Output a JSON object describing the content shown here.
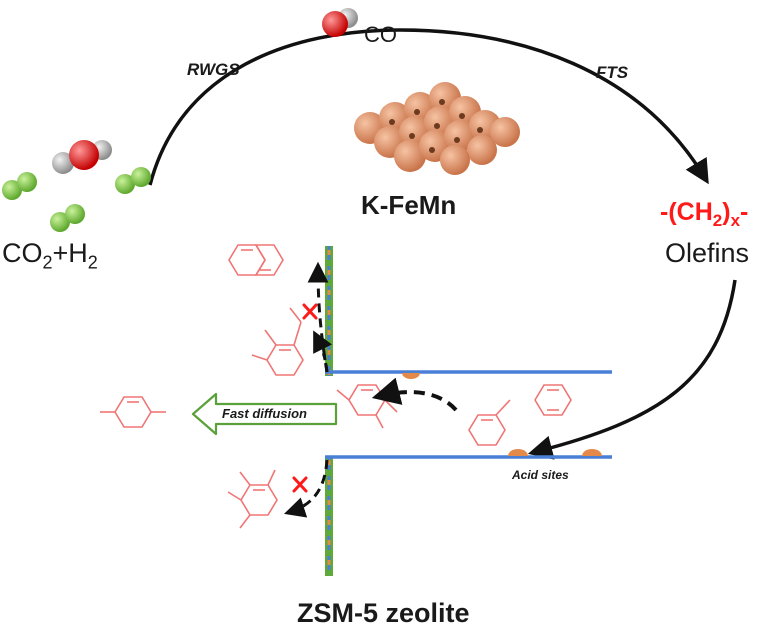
{
  "labels": {
    "co": "CO",
    "rwgs": "RWGS",
    "fts": "FTS",
    "catalyst": "K-FeMn",
    "reactants_co2": "CO",
    "reactants_sub2": "2",
    "reactants_plus_h": "+H",
    "reactants_subh": "2",
    "product_prefix": "-(CH",
    "product_sub2": "2",
    "product_mid": ")",
    "product_subx": "x",
    "product_suffix": "-",
    "olefins": "Olefins",
    "fast_diffusion": "Fast diffusion",
    "acid_sites": "Acid sites",
    "zeolite": "ZSM-5 zeolite"
  },
  "colors": {
    "arrow": "#111111",
    "product_red": "#ff1a1a",
    "aromatic_pink": "#f07575",
    "channel_blue": "#4a7fd6",
    "wall_green": "#5fa83a",
    "acid_orange": "#e38a4a",
    "fast_arrow_green": "#5aa13a",
    "catalyst_copper": "#e2946a",
    "h2_green": "#7ec84a",
    "o_red": "#e21a1a",
    "c_grey": "#9a9a9a",
    "block_x": "#ff1a1a"
  }
}
